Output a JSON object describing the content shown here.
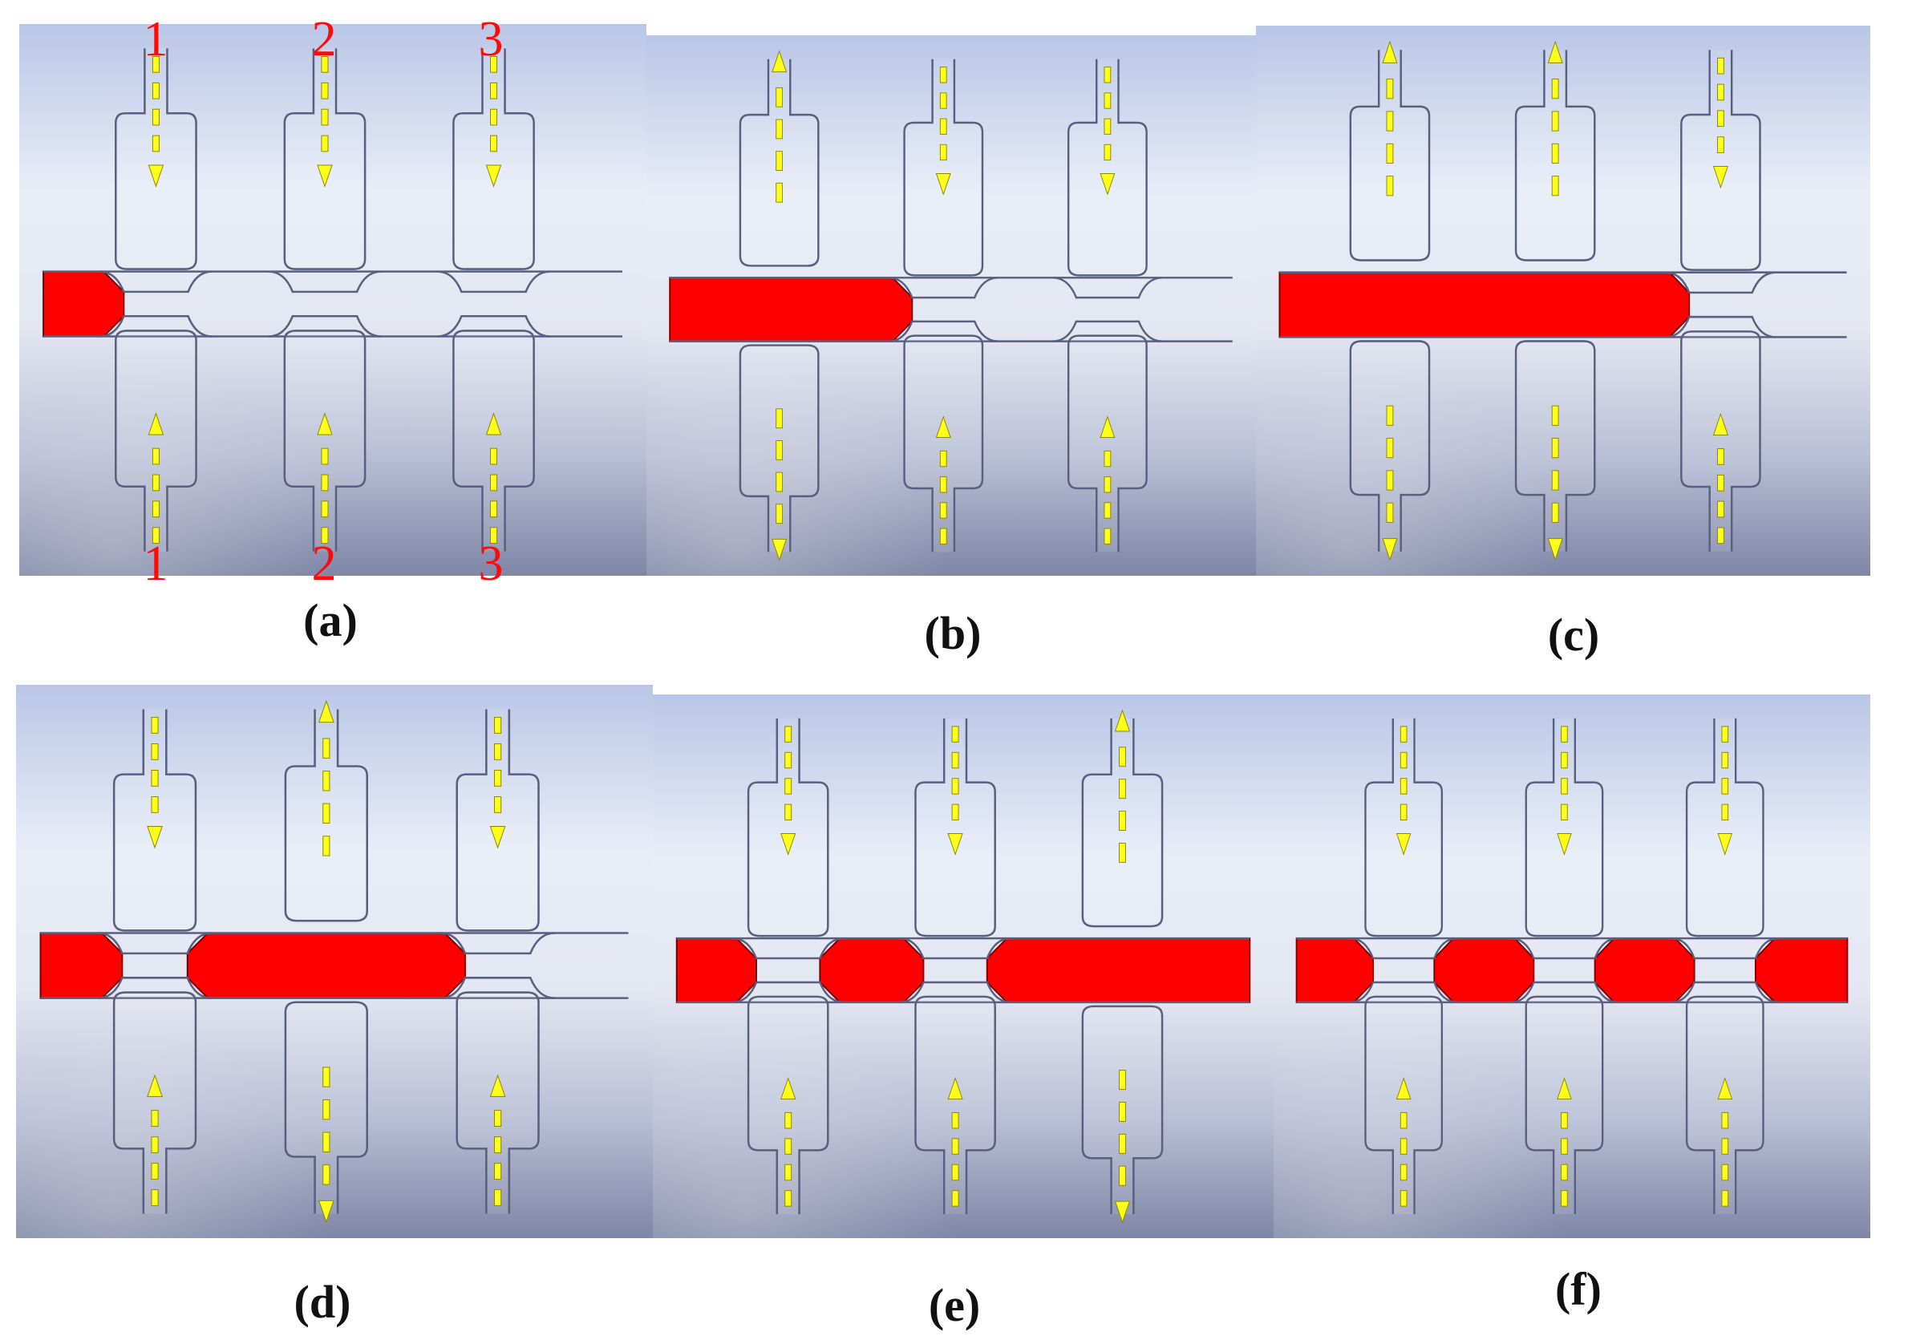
{
  "colors": {
    "fluid": "#ff0000",
    "arrow": "#ffff1a",
    "arrow_stroke": "#8a8a00",
    "channel": "#5a5f80",
    "index_label": "#ff0a0a",
    "caption": "#111111"
  },
  "valve_index_labels": [
    "1",
    "2",
    "3"
  ],
  "panels": [
    {
      "caption": "(a)",
      "valves": [
        "closed",
        "closed",
        "closed"
      ],
      "fill": "inlet"
    },
    {
      "caption": "(b)",
      "valves": [
        "open",
        "closed",
        "closed"
      ],
      "fill": "to-valve-2"
    },
    {
      "caption": "(c)",
      "valves": [
        "open",
        "open",
        "closed"
      ],
      "fill": "to-valve-3"
    },
    {
      "caption": "(d)",
      "valves": [
        "closed",
        "open",
        "closed"
      ],
      "fill": "segment-to-valve-3"
    },
    {
      "caption": "(e)",
      "valves": [
        "closed",
        "closed",
        "open"
      ],
      "fill": "segments-to-outlet"
    },
    {
      "caption": "(f)",
      "valves": [
        "closed",
        "closed",
        "closed"
      ],
      "fill": "all-segments"
    }
  ]
}
